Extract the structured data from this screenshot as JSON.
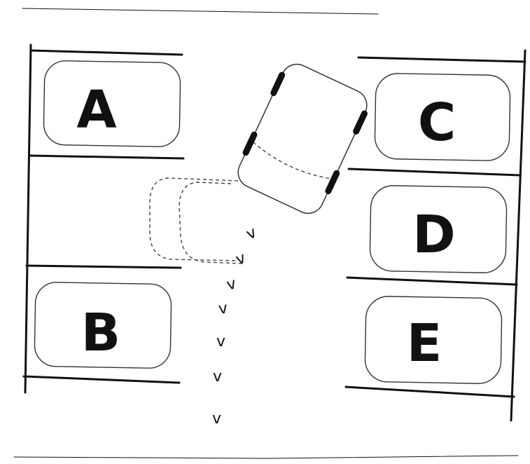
{
  "parked_cars": [
    {
      "label": "A"
    },
    {
      "label": "B"
    },
    {
      "label": "C"
    },
    {
      "label": "D"
    },
    {
      "label": "E"
    }
  ],
  "path_markers": [
    "v",
    "v",
    "v",
    "v",
    "v",
    "v",
    "v"
  ]
}
